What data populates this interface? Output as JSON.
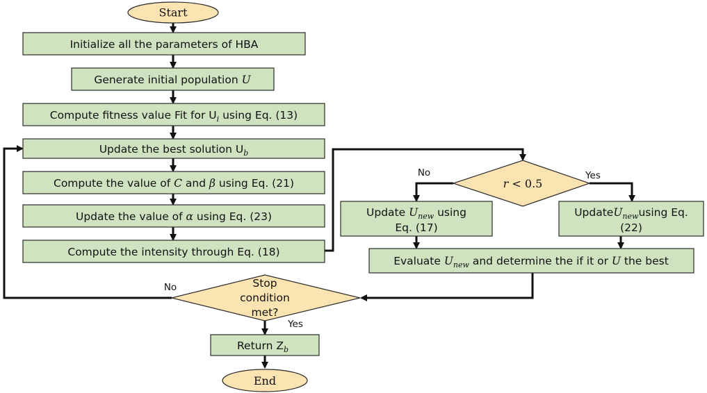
{
  "start": "Start",
  "end": "End",
  "step1": "Initialize all the parameters of HBA",
  "step2": {
    "text": "Generate initial population ",
    "var": "U"
  },
  "step3": {
    "pre": "Compute fitness value Fit for U",
    "sub": "i",
    "post": " using Eq. (13)"
  },
  "step4": {
    "pre": "Update the best solution U",
    "sub": "b"
  },
  "step5": {
    "pre": "Compute the value of ",
    "var1": "C",
    "mid": " and ",
    "var2": "β",
    "post": " using Eq. (21)"
  },
  "step6": {
    "pre": "Update the value of ",
    "var": "α",
    "post": " using Eq. (23)"
  },
  "step7": "Compute the intensity through Eq. (18)",
  "decision_r": {
    "var": "r",
    "rest": " < 0.5"
  },
  "branch_no": "No",
  "branch_yes": "Yes",
  "left_update": {
    "pre": "Update ",
    "var": "U",
    "sub": "new",
    "post": " using",
    "line2": "Eq. (17)"
  },
  "right_update": {
    "pre": "Update",
    "var": "U",
    "sub": "new",
    "post": "using Eq.",
    "line2": "(22)"
  },
  "evaluate": {
    "pre": "Evaluate ",
    "var": "U",
    "sub": "new",
    "mid": " and determine the if it or ",
    "var2": "U",
    "post": " the best"
  },
  "stop": {
    "line1": "Stop",
    "line2": "condition",
    "line3": "met?"
  },
  "stop_no": "No",
  "stop_yes": "Yes",
  "return": {
    "pre": "Return Z",
    "sub": "b"
  }
}
